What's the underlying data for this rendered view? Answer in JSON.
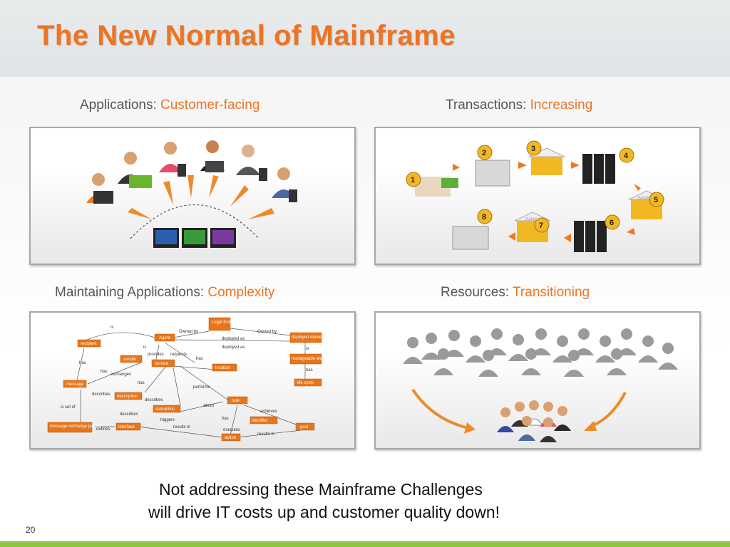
{
  "title": "The New Normal of Mainframe",
  "quadrants": {
    "applications": {
      "prefix": "Applications: ",
      "highlight": "Customer-facing"
    },
    "transactions": {
      "prefix": "Transactions: ",
      "highlight": "Increasing"
    },
    "maintaining": {
      "prefix": "Maintaining Applications: ",
      "highlight": "Complexity"
    },
    "resources": {
      "prefix": "Resources: ",
      "highlight": "Transitioning"
    }
  },
  "transaction_steps": [
    "1",
    "2",
    "3",
    "4",
    "5",
    "6",
    "7",
    "8"
  ],
  "bank_label": "BANK",
  "diagram": {
    "nodes": [
      "recipient",
      "Agent",
      "Legal Entity",
      "deployed element",
      "sender",
      "service",
      "location",
      "manageable element",
      "message",
      "description",
      "life cycle",
      "semantics",
      "task",
      "identifier",
      "message exchange pattern",
      "interface",
      "goal",
      "action"
    ],
    "edges": [
      "is",
      "Owned by",
      "Owned by",
      "deployed as",
      "deployed as",
      "is",
      "provides",
      "requests",
      "has",
      "is",
      "has",
      "has",
      "exchanges",
      "has",
      "has",
      "describes",
      "describes",
      "performs",
      "about",
      "achieves",
      "is set of",
      "describes",
      "triggers",
      "has",
      "results in",
      "executes",
      "results in",
      "defines"
    ]
  },
  "footer": {
    "line1": "Not addressing these Mainframe Challenges",
    "line2": "will drive IT costs up and customer quality down!"
  },
  "slide_number": "20",
  "colors": {
    "accent": "#ee7422",
    "bar": "#8cc63f"
  }
}
